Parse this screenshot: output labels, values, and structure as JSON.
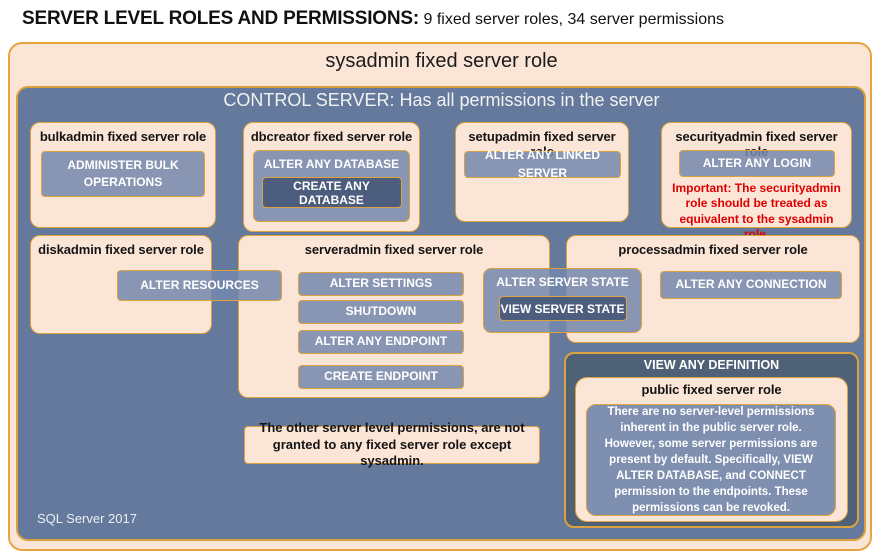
{
  "header": {
    "title_bold": "SERVER LEVEL ROLES AND PERMISSIONS:",
    "title_rest": " 9 fixed server roles, 34 server permissions"
  },
  "sysadmin_box": {
    "title": "sysadmin fixed server role"
  },
  "control_box": {
    "title": "CONTROL SERVER: Has all permissions in the server",
    "footer": "SQL Server 2017"
  },
  "roles": {
    "bulkadmin": {
      "title": "bulkadmin fixed server role",
      "permission": "ADMINISTER BULK OPERATIONS"
    },
    "dbcreator": {
      "title": "dbcreator fixed server role",
      "permission_outer": "ALTER ANY DATABASE",
      "permission_nested": "CREATE ANY DATABASE"
    },
    "setupadmin": {
      "title": "setupadmin fixed server role",
      "permission": "ALTER ANY LINKED SERVER"
    },
    "securityadmin": {
      "title": "securityadmin fixed server role",
      "permission": "ALTER ANY LOGIN",
      "warning": "Important: The securityadmin role should be treated as equivalent to the sysadmin role."
    },
    "diskadmin": {
      "title": "diskadmin fixed server role",
      "permission": "ALTER RESOURCES"
    },
    "serveradmin": {
      "title": "serveradmin fixed server role",
      "permissions": [
        "ALTER SETTINGS",
        "SHUTDOWN",
        "ALTER ANY ENDPOINT",
        "CREATE ENDPOINT"
      ]
    },
    "shared_state": {
      "permission_outer": "ALTER SERVER STATE",
      "permission_nested": "VIEW SERVER STATE"
    },
    "processadmin": {
      "title": "processadmin fixed server role",
      "permission": "ALTER ANY CONNECTION"
    },
    "public": {
      "permission_outer": "VIEW ANY DEFINITION",
      "title": "public fixed server role",
      "description": "There are no server-level permissions inherent in the public server role. However, some server permissions are present by default. Specifically, VIEW ALTER DATABASE, and CONNECT permission to the endpoints. These permissions can be revoked."
    }
  },
  "note": "The other server level permissions, are not granted to any fixed server role except sysadmin.",
  "colors": {
    "peach": "#FBE5D6",
    "slate_blue": "#64799B",
    "dark_slate": "#4E6176",
    "permission_fill": "#8493B0",
    "gold_border": "#DCA23E",
    "warning_red": "#E00000"
  }
}
